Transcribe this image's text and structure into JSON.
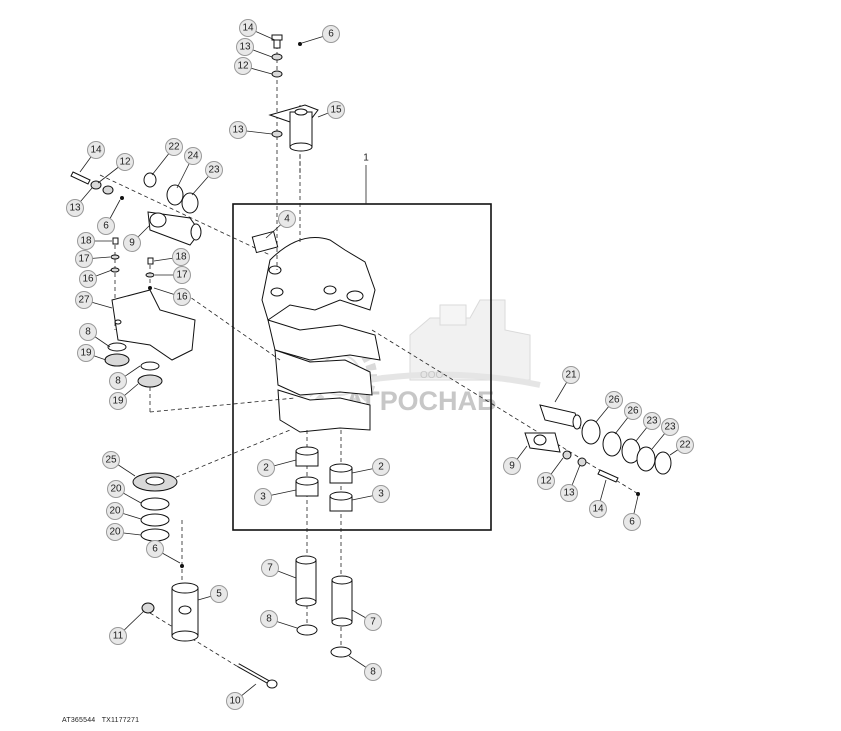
{
  "footer": {
    "left_code": "AT365544",
    "right_code": "TX1177271"
  },
  "watermark": {
    "prefix": "ООО",
    "name": "АГРОСНАБ"
  },
  "assembly_label": "1",
  "callouts": [
    "14",
    "13",
    "12",
    "6",
    "15",
    "13",
    "1",
    "14",
    "12",
    "13",
    "6",
    "22",
    "24",
    "23",
    "9",
    "4",
    "18",
    "17",
    "16",
    "18",
    "17",
    "16",
    "27",
    "8",
    "19",
    "8",
    "19",
    "21",
    "26",
    "26",
    "23",
    "23",
    "22",
    "9",
    "12",
    "13",
    "14",
    "6",
    "2",
    "2",
    "3",
    "3",
    "25",
    "20",
    "20",
    "20",
    "6",
    "5",
    "11",
    "7",
    "7",
    "8",
    "8",
    "10"
  ]
}
